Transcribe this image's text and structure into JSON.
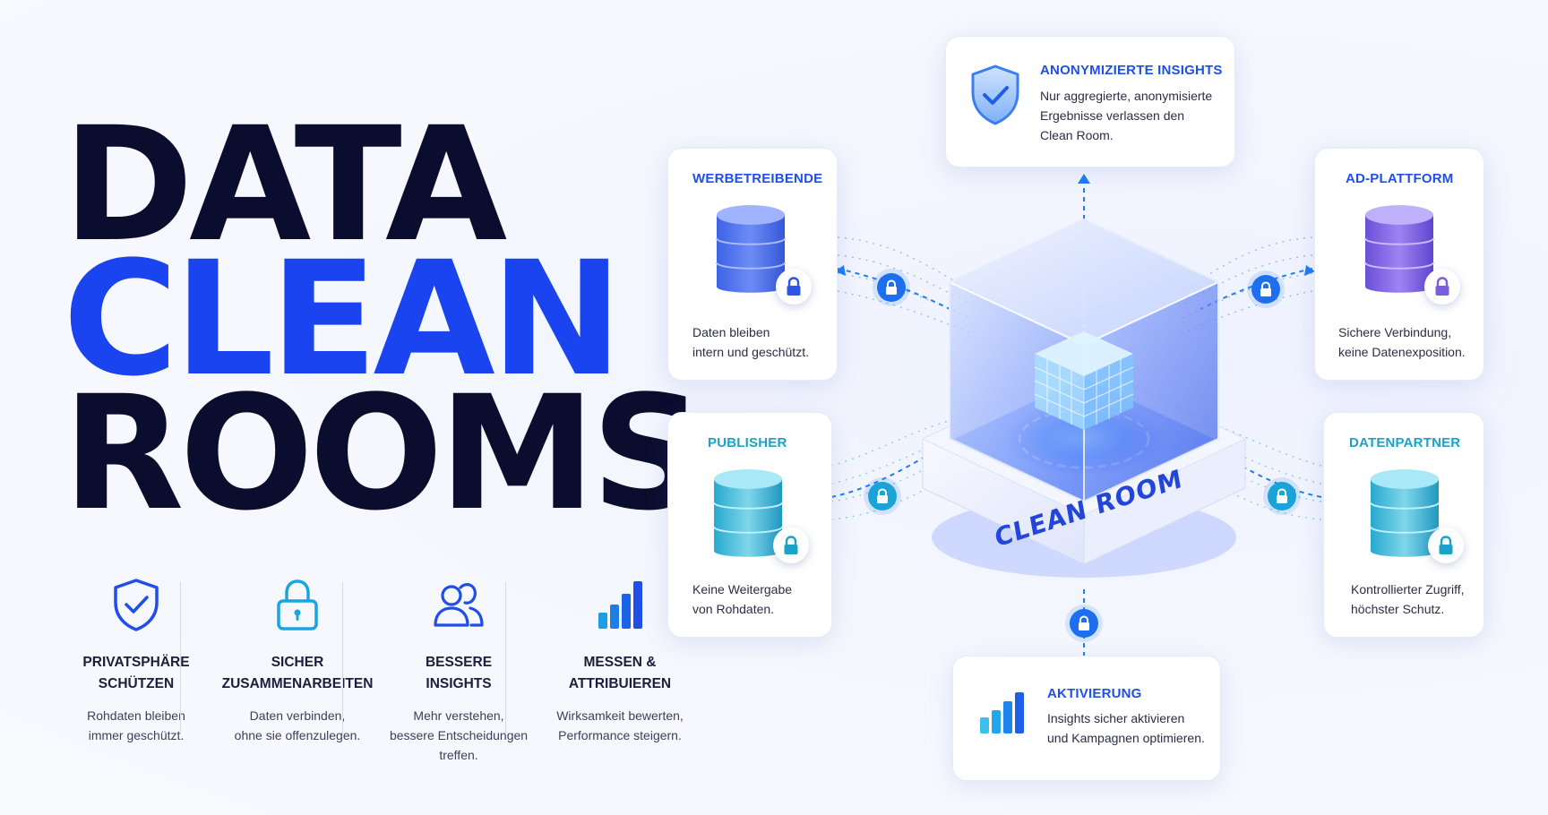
{
  "hero": {
    "line1": "DATA",
    "line2": "CLEAN",
    "line3": "ROOMS"
  },
  "features": [
    {
      "title_line1": "PRIVATSPHÄRE",
      "title_line2": "SCHÜTZEN",
      "desc_line1": "Rohdaten bleiben",
      "desc_line2": "immer geschützt.",
      "icon": "shield-check-icon"
    },
    {
      "title_line1": "SICHER",
      "title_line2": "ZUSAMMENARBEITEN",
      "desc_line1": "Daten verbinden,",
      "desc_line2": "ohne sie offenzulegen.",
      "icon": "padlock-icon"
    },
    {
      "title_line1": "BESSERE",
      "title_line2": "INSIGHTS",
      "desc_line1": "Mehr verstehen,",
      "desc_line2": "bessere Entscheidungen",
      "desc_line3": "treffen.",
      "icon": "users-icon"
    },
    {
      "title_line1": "MESSEN &",
      "title_line2": "ATTRIBUIEREN",
      "desc_line1": "Wirksamkeit bewerten,",
      "desc_line2": "Performance steigern.",
      "icon": "bar-chart-icon"
    }
  ],
  "diagram": {
    "center_label": "CLEAN ROOM",
    "cards": {
      "insights": {
        "title": "ANONYMIZIERTE INSIGHTS",
        "desc_line1": "Nur aggregierte, anonymisierte",
        "desc_line2": "Ergebnisse verlassen den",
        "desc_line3": "Clean Room."
      },
      "advertisers": {
        "title": "WERBETREIBENDE",
        "desc_line1": "Daten bleiben",
        "desc_line2": "intern und geschützt."
      },
      "ad_platform": {
        "title": "AD-PLATTFORM",
        "desc_line1": "Sichere Verbindung,",
        "desc_line2": "keine Datenexposition."
      },
      "publisher": {
        "title": "PUBLISHER",
        "desc_line1": "Keine Weitergabe",
        "desc_line2": "von Rohdaten."
      },
      "data_partner": {
        "title": "DATENPARTNER",
        "desc_line1": "Kontrollierter Zugriff,",
        "desc_line2": "höchster Schutz."
      },
      "activation": {
        "title": "AKTIVIERUNG",
        "desc_line1": "Insights sicher aktivieren",
        "desc_line2": "und Kampagnen optimieren."
      }
    }
  },
  "colors": {
    "title_dark": "#0b0d2e",
    "title_blue": "#1a44f0",
    "blue": "#2a55e6",
    "purple": "#7b5ee0",
    "teal": "#1aa3c6",
    "connector": "#1e7ef0"
  }
}
